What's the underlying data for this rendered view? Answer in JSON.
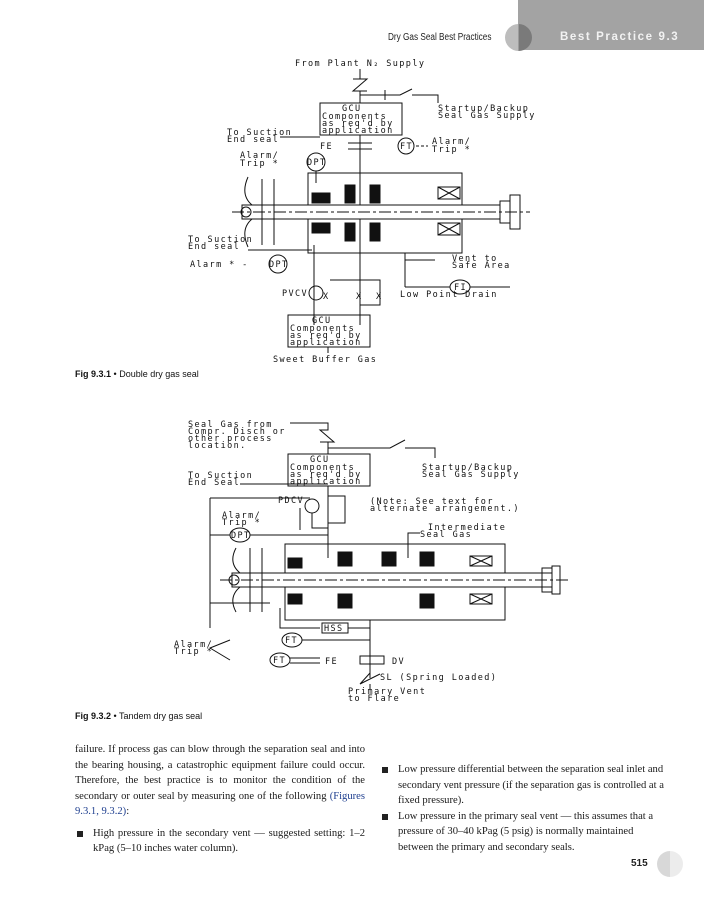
{
  "header": {
    "running_title": "Dry Gas Seal Best Practices",
    "section_label": "Best Practice 9.3"
  },
  "figures": [
    {
      "id": "9.3.1",
      "caption_label": "Fig 9.3.1",
      "caption_separator": "•",
      "caption_text": "Double dry gas seal",
      "labels": {
        "top_supply": "From Plant N₂ Supply",
        "gcu_top": [
          "GCU",
          "Components",
          "as req'd by",
          "application"
        ],
        "startup": [
          "Startup/Backup",
          "Seal Gas Supply"
        ],
        "to_suction_1": [
          "To Suction",
          "End seal"
        ],
        "fe": "FE",
        "ft": "FT",
        "alarm_trip_right": [
          "Alarm/",
          "Trip *"
        ],
        "alarm_trip_left": [
          "Alarm/",
          "Trip *"
        ],
        "dpt": "DPT",
        "to_suction_2": [
          "To Suction",
          "End seal"
        ],
        "alarm_lower": "Alarm * -",
        "dpt_lower": "DPT",
        "vent": [
          "Vent to",
          "Safe Area"
        ],
        "fi": "FI",
        "low_point": "Low Point Drain",
        "pvcv": "PVCV",
        "gcu_bottom": [
          "GCU",
          "Components",
          "as req'd by",
          "application"
        ],
        "sweet": "Sweet Buffer Gas"
      }
    },
    {
      "id": "9.3.2",
      "caption_label": "Fig 9.3.2",
      "caption_separator": "•",
      "caption_text": "Tandem dry gas seal",
      "labels": {
        "seal_gas": [
          "Seal Gas from",
          "Compr. Disch or",
          "other process",
          "location."
        ],
        "gcu": [
          "GCU",
          "Components",
          "as req'd by",
          "application"
        ],
        "startup": [
          "Startup/Backup",
          "Seal Gas Supply"
        ],
        "to_suction": [
          "To Suction",
          "End Seal"
        ],
        "pdcv": "PDCV",
        "note": [
          "(Note: See text for",
          "alternate arrangement.)"
        ],
        "alarm_trip": [
          "Alarm/",
          "Trip *"
        ],
        "dpt": "DPT",
        "intermediate": [
          "Intermediate",
          "Seal Gas"
        ],
        "hss": "HSS",
        "alarm_trip_lower": [
          "Alarm/",
          "Trip *"
        ],
        "ft1": "FT",
        "ft2": "FT",
        "fe": "FE",
        "dv": "DV",
        "sl": "SL (Spring Loaded)",
        "primary_vent": [
          "Primary Vent",
          "to Flare"
        ]
      }
    }
  ],
  "body": {
    "left_paragraph": "failure. If process gas can blow through the separation seal and into the bearing housing, a catastrophic equipment failure could occur. Therefore, the best practice is to monitor the condition of the secondary or outer seal by measuring one of the following",
    "left_paragraph_link": "(Figures 9.3.1, 9.3.2)",
    "left_paragraph_end": ":",
    "bullets_left": [
      "High pressure in the secondary vent — suggested setting: 1–2 kPag (5–10 inches water column)."
    ],
    "bullets_right": [
      "Low pressure differential between the separation seal inlet and secondary vent pressure (if the separation gas is controlled at a fixed pressure).",
      "Low pressure in the primary seal vent — this assumes that a pressure of 30–40 kPag (5 psig) is normally maintained between the primary and secondary seals."
    ]
  },
  "footer": {
    "page_number": "515"
  }
}
